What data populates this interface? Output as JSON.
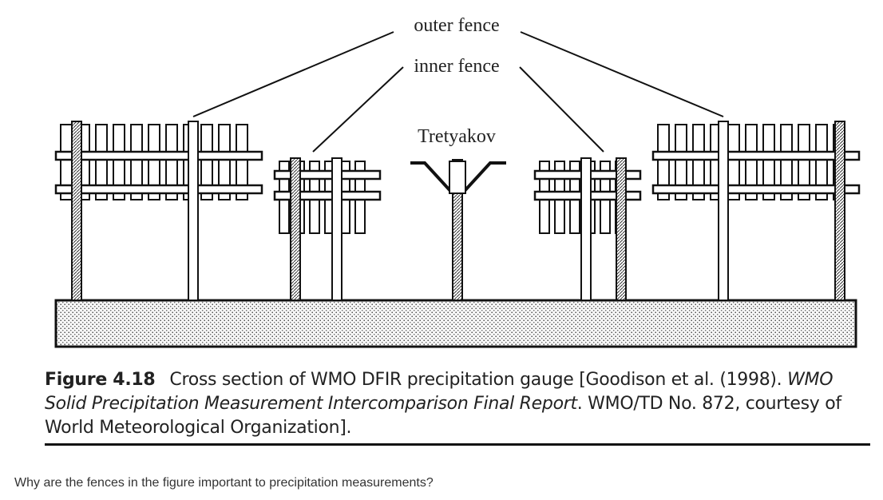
{
  "labels": {
    "outer_fence": "outer fence",
    "inner_fence": "inner fence",
    "tretyakov": "Tretyakov"
  },
  "caption": {
    "figure_number": "Figure 4.18",
    "text_1": "Cross section of WMO DFIR precipitation gauge [Goodison et al. (1998). ",
    "italic": "WMO Solid Precipitation Measurement Intercomparison Final Report",
    "text_2": ". WMO/TD No. 872, courtesy of World Meteorological Organization]."
  },
  "question": "Why are the fences in the figure important to precipitation measurements?"
}
